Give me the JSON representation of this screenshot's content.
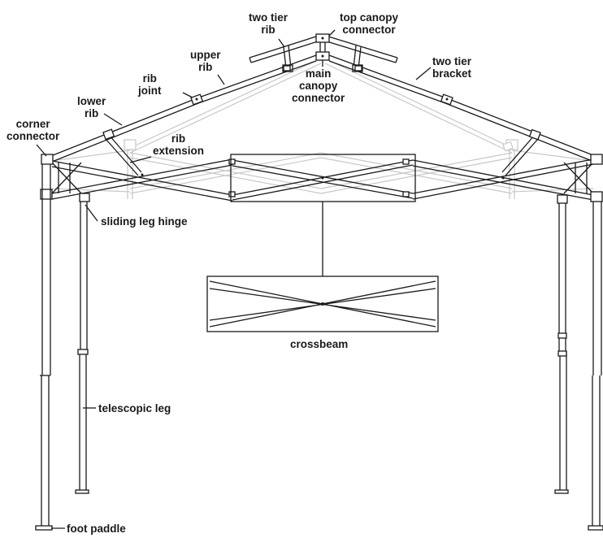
{
  "labels": {
    "two_tier_rib": [
      "two tier",
      "rib"
    ],
    "top_canopy_connector": [
      "top canopy",
      "connector"
    ],
    "upper_rib": [
      "upper",
      "rib"
    ],
    "two_tier_bracket": [
      "two tier",
      "bracket"
    ],
    "rib_joint": [
      "rib",
      "joint"
    ],
    "main_canopy_connector": [
      "main",
      "canopy",
      "connector"
    ],
    "lower_rib": [
      "lower",
      "rib"
    ],
    "corner_connector": [
      "corner",
      "connector"
    ],
    "rib_extension": [
      "rib",
      "extension"
    ],
    "sliding_leg_hinge": "sliding leg hinge",
    "crossbeam": "crossbeam",
    "telescopic_leg": "telescopic leg",
    "foot_paddle": "foot paddle"
  },
  "colors": {
    "frame": "#1a1a1a",
    "ghost_frame": "#c8c8c8"
  }
}
